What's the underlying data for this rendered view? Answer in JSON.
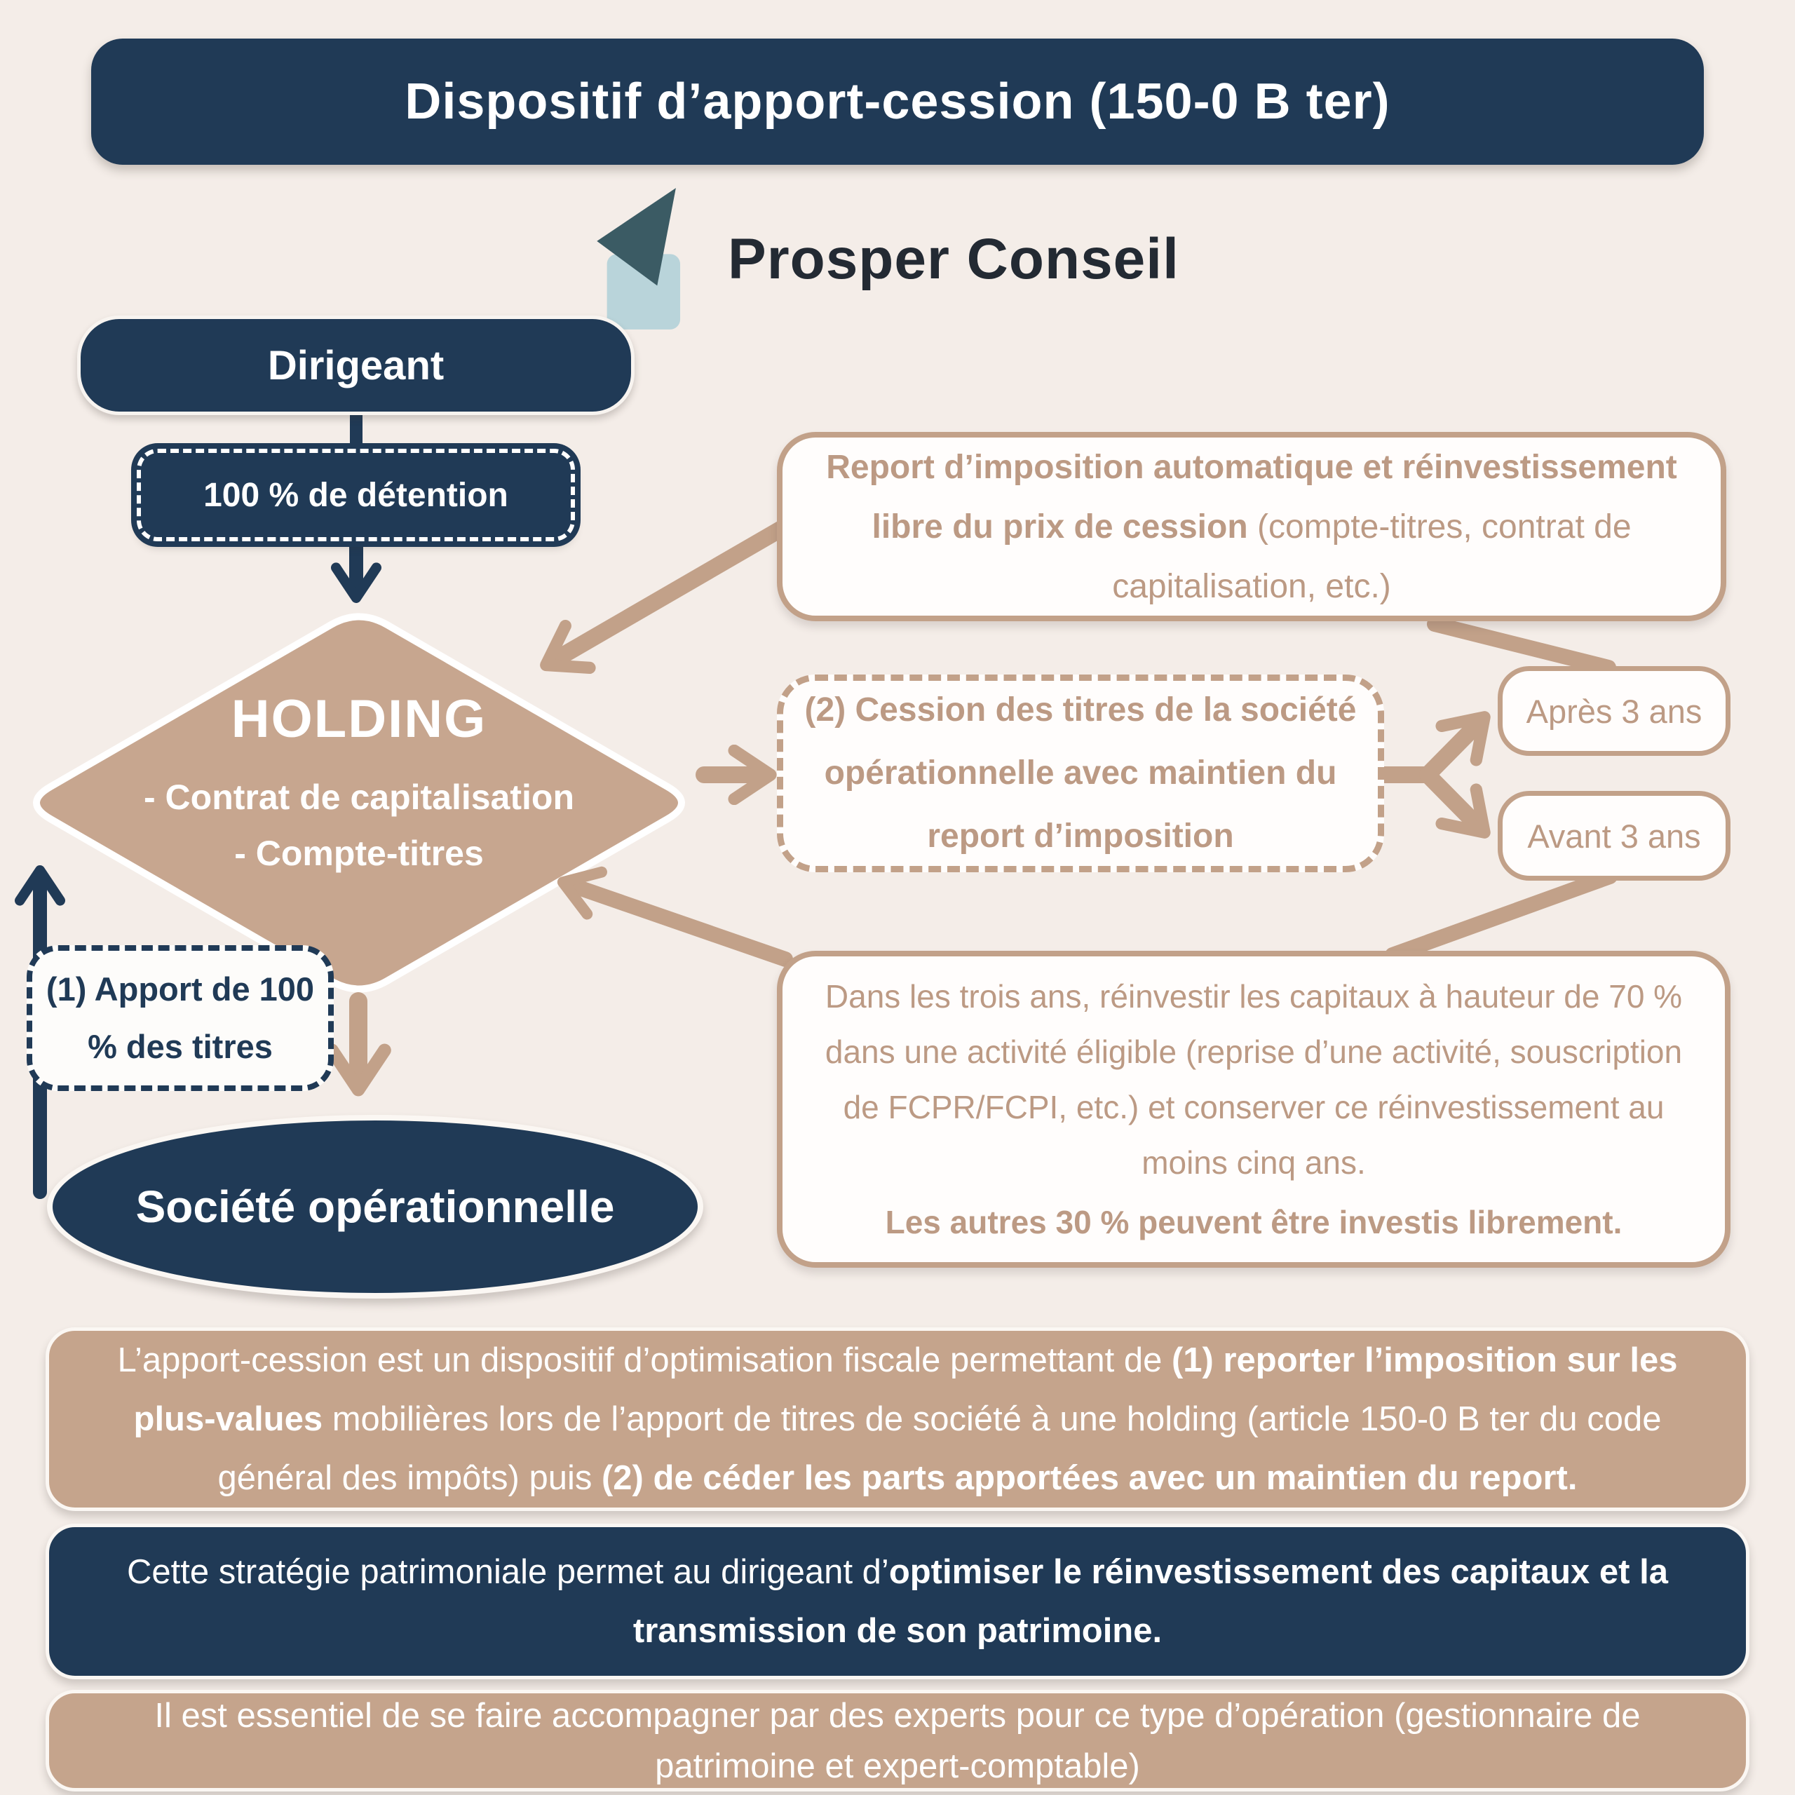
{
  "colors": {
    "navy": "#203a56",
    "tan_fill": "#c7a68f",
    "tan_line": "#c2a189",
    "tan_text": "#bc9a84",
    "background": "#f4ede8",
    "logo_square": "#b9d4da",
    "logo_triangle": "#3b5b64"
  },
  "header": {
    "title": "Dispositif d’apport-cession (150-0 B ter)"
  },
  "logo": {
    "text": "Prosper Conseil",
    "icon": "paper-plane-icon"
  },
  "flow": {
    "dirigeant": "Dirigeant",
    "detention": "100 % de détention",
    "holding_title": "HOLDING",
    "holding_line1": "- Contrat de capitalisation",
    "holding_line2": "- Compte-titres",
    "report_bold": "Report d’imposition automatique et réinvestissement libre du prix de cession",
    "report_normal": " (compte-titres, contrat de capitalisation, etc.)",
    "cession": "(2) Cession des titres de la société opérationnelle avec maintien du report d’imposition",
    "apres": "Après 3 ans",
    "avant": "Avant 3 ans",
    "reinvest_normal": "Dans les trois ans, réinvestir les capitaux à hauteur de 70 % dans une activité éligible (reprise d’une activité, souscription de FCPR/FCPI, etc.) et conserver ce réinvestissement au moins cinq ans.",
    "reinvest_bold": "Les autres 30 % peuvent être investis librement.",
    "apport": "(1) Apport de 100 % des titres",
    "societe": "Société opérationnelle"
  },
  "footer": {
    "box1_n1": "L’apport-cession est un dispositif d’optimisation fiscale permettant de ",
    "box1_b1": "(1) reporter l’imposition sur les plus-values",
    "box1_n2": " mobilières lors de l’apport de titres de société à une holding (article 150-0 B ter du code général des impôts) puis ",
    "box1_b2": "(2) de céder les parts apportées avec un maintien du report.",
    "box2_n1": "Cette stratégie patrimoniale permet au dirigeant d’",
    "box2_b1": "optimiser le réinvestissement des capitaux et la transmission de son patrimoine.",
    "box3": "Il est essentiel de se faire accompagner par des experts pour ce type d’opération (gestionnaire de patrimoine et expert-comptable)"
  }
}
